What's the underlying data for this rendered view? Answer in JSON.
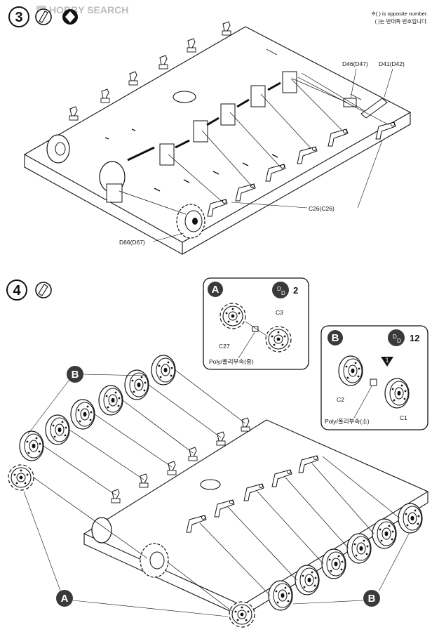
{
  "watermark": {
    "text": "HOBBY SEARCH"
  },
  "note": {
    "line1": "※( ) is opposite number.",
    "line2": "( )는 반대측 번호입니다."
  },
  "steps": [
    {
      "number": "3",
      "parts": {
        "d46": "D46(D47)",
        "d41": "D41(D42)",
        "c26": "C26(C26)",
        "d66": "D66(D67)"
      }
    },
    {
      "number": "4",
      "callouts": {
        "a": "A",
        "b": "B"
      },
      "insetA": {
        "letter": "A",
        "quantity": "2",
        "parts": {
          "c27": "C27",
          "c3": "C3",
          "poly": "Poly/폴리부속(중)"
        }
      },
      "insetB": {
        "letter": "B",
        "quantity": "12",
        "marker": "1",
        "parts": {
          "c2": "C2",
          "c1": "C1",
          "poly": "Poly/폴리부속(소)"
        }
      }
    }
  ],
  "icons": [
    "glue-icon",
    "paint-icon",
    "cement-icon",
    "make-pair-icon"
  ],
  "colors": {
    "ink": "#111111",
    "callout_fill": "#3a3a3a",
    "watermark": "#bbbbbb"
  }
}
